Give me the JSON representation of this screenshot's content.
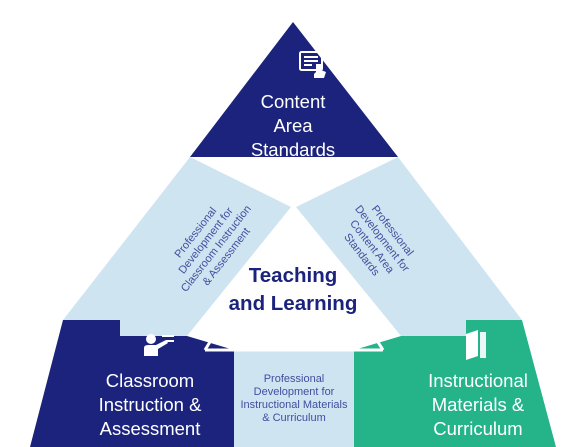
{
  "colors": {
    "navy": "#1b237c",
    "teal": "#25b48a",
    "lightblue": "#cfe4f1",
    "text_dark": "#1b237c",
    "text_pd": "#3f4f9f"
  },
  "top_fragment": "",
  "center": {
    "line1": "Teaching",
    "line2": "and Learning"
  },
  "top_node": {
    "icon": "document-hand-icon",
    "line1": "Content",
    "line2": "Area",
    "line3": "Standards"
  },
  "left_node": {
    "icon": "teacher-pointing-icon",
    "line1": "Classroom",
    "line2": "Instruction &",
    "line3": "Assessment"
  },
  "right_node": {
    "icon": "book-icon",
    "line1": "Instructional",
    "line2": "Materials &",
    "line3": "Curriculum"
  },
  "pd_left": {
    "line1": "Professional",
    "line2": "Development for",
    "line3": "Classroom Instruction",
    "line4": "& Assessment"
  },
  "pd_right": {
    "line1": "Professional",
    "line2": "Development for",
    "line3": "Content Area",
    "line4": "Standards"
  },
  "pd_bottom": {
    "line1": "Professional",
    "line2": "Development for",
    "line3": "Instructional Materials",
    "line4": "& Curriculum"
  }
}
